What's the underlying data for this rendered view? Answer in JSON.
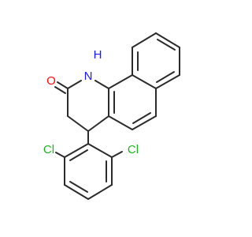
{
  "molecule": {
    "atoms": {
      "nh": {
        "label": "N",
        "h_label": "H",
        "color": "#1a1aff"
      },
      "o": {
        "label": "O",
        "color": "#ff0d0d"
      },
      "cl_left": {
        "label": "Cl",
        "color": "#1fb41f"
      },
      "cl_right": {
        "label": "Cl",
        "color": "#1fb41f"
      }
    },
    "bond_color": "#2b2b2b"
  }
}
